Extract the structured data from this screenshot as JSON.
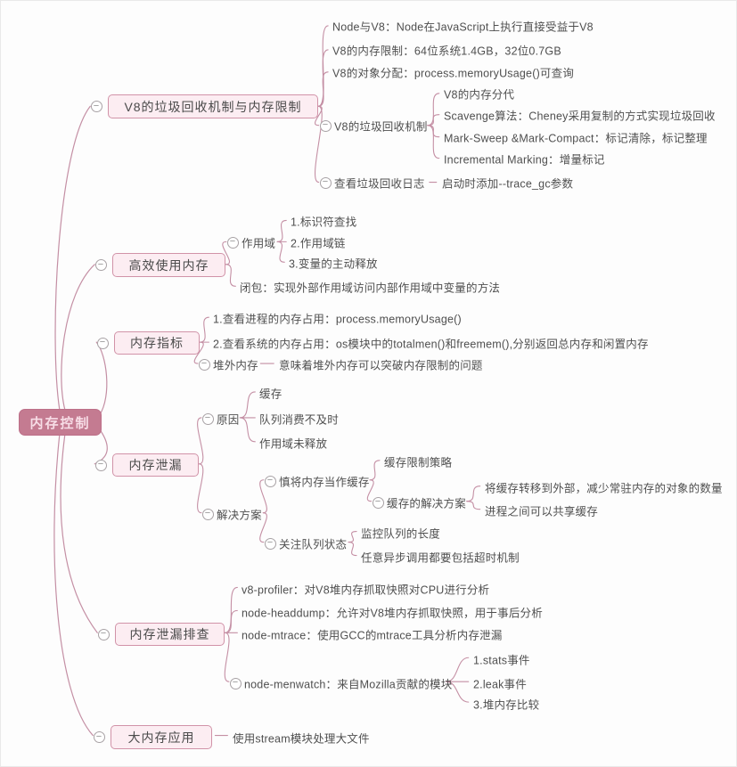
{
  "colors": {
    "edge": "#c48fa4",
    "root_fill": "#c47b91",
    "root_text": "#f7dde6",
    "branch_fill": "#fcedf2",
    "branch_border": "#d193a8",
    "text": "#4f4f4f",
    "collapse_icon_border": "#a8a2a5",
    "collapse_icon_glyph": "#8d8d8d"
  },
  "icons": {
    "collapse": "minus-circle-icon"
  },
  "mindmap": {
    "root_label": "内存控制",
    "nodes": [
      {
        "id": "root",
        "parent": null,
        "kind": "root",
        "collapse": false,
        "label": "内存控制"
      },
      {
        "id": "v8-gc-limit",
        "parent": "root",
        "kind": "branch",
        "collapse": true,
        "label": "V8的垃圾回收机制与内存限制"
      },
      {
        "id": "node-v8",
        "parent": "v8-gc-limit",
        "kind": "text",
        "collapse": false,
        "label": "Node与V8：Node在JavaScript上执行直接受益于V8"
      },
      {
        "id": "v8-memory-limit",
        "parent": "v8-gc-limit",
        "kind": "text",
        "collapse": false,
        "label": "V8的内存限制：64位系统1.4GB，32位0.7GB"
      },
      {
        "id": "v8-object-alloc",
        "parent": "v8-gc-limit",
        "kind": "text",
        "collapse": false,
        "label": "V8的对象分配：process.memoryUsage()可查询"
      },
      {
        "id": "v8-gc-mechanism",
        "parent": "v8-gc-limit",
        "kind": "text",
        "collapse": true,
        "label": "V8的垃圾回收机制"
      },
      {
        "id": "v8-memory-generation",
        "parent": "v8-gc-mechanism",
        "kind": "text",
        "collapse": false,
        "label": "V8的内存分代"
      },
      {
        "id": "scavenge",
        "parent": "v8-gc-mechanism",
        "kind": "text",
        "collapse": false,
        "label": "Scavenge算法：Cheney采用复制的方式实现垃圾回收"
      },
      {
        "id": "mark-sweep",
        "parent": "v8-gc-mechanism",
        "kind": "text",
        "collapse": false,
        "label": "Mark-Sweep &Mark-Compact：标记清除，标记整理"
      },
      {
        "id": "incremental-marking",
        "parent": "v8-gc-mechanism",
        "kind": "text",
        "collapse": false,
        "label": "Incremental Marking：增量标记"
      },
      {
        "id": "view-gc-log",
        "parent": "v8-gc-limit",
        "kind": "text",
        "collapse": true,
        "label": "查看垃圾回收日志"
      },
      {
        "id": "trace-gc-param",
        "parent": "view-gc-log",
        "kind": "text",
        "collapse": false,
        "link": "dash",
        "label": "启动时添加--trace_gc参数"
      },
      {
        "id": "efficient-memory",
        "parent": "root",
        "kind": "branch",
        "collapse": true,
        "label": "高效使用内存"
      },
      {
        "id": "scope",
        "parent": "efficient-memory",
        "kind": "text",
        "collapse": true,
        "label": "作用域"
      },
      {
        "id": "identifier-lookup",
        "parent": "scope",
        "kind": "text",
        "collapse": false,
        "label": "1.标识符查找"
      },
      {
        "id": "scope-chain",
        "parent": "scope",
        "kind": "text",
        "collapse": false,
        "label": "2.作用域链"
      },
      {
        "id": "variable-release",
        "parent": "scope",
        "kind": "text",
        "collapse": false,
        "label": "3.变量的主动释放"
      },
      {
        "id": "closure",
        "parent": "efficient-memory",
        "kind": "text",
        "collapse": false,
        "label": "闭包：实现外部作用域访问内部作用域中变量的方法"
      },
      {
        "id": "memory-metrics",
        "parent": "root",
        "kind": "branch",
        "collapse": true,
        "label": "内存指标"
      },
      {
        "id": "process-memory",
        "parent": "memory-metrics",
        "kind": "text",
        "collapse": false,
        "label": "1.查看进程的内存占用：process.memoryUsage()"
      },
      {
        "id": "system-memory",
        "parent": "memory-metrics",
        "kind": "text",
        "collapse": false,
        "label": "2.查看系统的内存占用：os模块中的totalmen()和freemem(),分别返回总内存和闲置内存"
      },
      {
        "id": "off-heap-memory",
        "parent": "memory-metrics",
        "kind": "text",
        "collapse": true,
        "label": "堆外内存"
      },
      {
        "id": "off-heap-desc",
        "parent": "off-heap-memory",
        "kind": "text",
        "collapse": false,
        "link": "dash",
        "label": "意味着堆外内存可以突破内存限制的问题"
      },
      {
        "id": "memory-leak",
        "parent": "root",
        "kind": "branch",
        "collapse": true,
        "label": "内存泄漏"
      },
      {
        "id": "leak-causes",
        "parent": "memory-leak",
        "kind": "text",
        "collapse": true,
        "label": "原因"
      },
      {
        "id": "cache",
        "parent": "leak-causes",
        "kind": "text",
        "collapse": false,
        "label": "缓存"
      },
      {
        "id": "queue-consume",
        "parent": "leak-causes",
        "kind": "text",
        "collapse": false,
        "label": "队列消费不及时"
      },
      {
        "id": "scope-not-released",
        "parent": "leak-causes",
        "kind": "text",
        "collapse": false,
        "label": "作用域未释放"
      },
      {
        "id": "leak-solutions",
        "parent": "memory-leak",
        "kind": "text",
        "collapse": true,
        "label": "解决方案"
      },
      {
        "id": "cautious-cache",
        "parent": "leak-solutions",
        "kind": "text",
        "collapse": true,
        "label": "慎将内存当作缓存"
      },
      {
        "id": "cache-limit-strategy",
        "parent": "cautious-cache",
        "kind": "text",
        "collapse": false,
        "label": "缓存限制策略"
      },
      {
        "id": "cache-solution",
        "parent": "cautious-cache",
        "kind": "text",
        "collapse": true,
        "label": "缓存的解决方案"
      },
      {
        "id": "cache-external",
        "parent": "cache-solution",
        "kind": "text",
        "collapse": false,
        "label": "将缓存转移到外部，减少常驻内存的对象的数量"
      },
      {
        "id": "cache-share",
        "parent": "cache-solution",
        "kind": "text",
        "collapse": false,
        "label": "进程之间可以共享缓存"
      },
      {
        "id": "watch-queue",
        "parent": "leak-solutions",
        "kind": "text",
        "collapse": true,
        "label": "关注队列状态"
      },
      {
        "id": "monitor-queue-length",
        "parent": "watch-queue",
        "kind": "text",
        "collapse": false,
        "label": "监控队列的长度"
      },
      {
        "id": "async-timeout",
        "parent": "watch-queue",
        "kind": "text",
        "collapse": false,
        "label": "任意异步调用都要包括超时机制"
      },
      {
        "id": "leak-troubleshoot",
        "parent": "root",
        "kind": "branch",
        "collapse": true,
        "label": "内存泄漏排查"
      },
      {
        "id": "v8-profiler",
        "parent": "leak-troubleshoot",
        "kind": "text",
        "collapse": false,
        "label": "v8-profiler：对V8堆内存抓取快照对CPU进行分析"
      },
      {
        "id": "node-headdump",
        "parent": "leak-troubleshoot",
        "kind": "text",
        "collapse": false,
        "label": "node-headdump：允许对V8堆内存抓取快照，用于事后分析"
      },
      {
        "id": "node-mtrace",
        "parent": "leak-troubleshoot",
        "kind": "text",
        "collapse": false,
        "label": "node-mtrace：使用GCC的mtrace工具分析内存泄漏"
      },
      {
        "id": "node-menwatch",
        "parent": "leak-troubleshoot",
        "kind": "text",
        "collapse": true,
        "label": "node-menwatch：来自Mozilla贡献的模块"
      },
      {
        "id": "stats-event",
        "parent": "node-menwatch",
        "kind": "text",
        "collapse": false,
        "label": "1.stats事件"
      },
      {
        "id": "leak-event",
        "parent": "node-menwatch",
        "kind": "text",
        "collapse": false,
        "label": "2.leak事件"
      },
      {
        "id": "heap-compare",
        "parent": "node-menwatch",
        "kind": "text",
        "collapse": false,
        "label": "3.堆内存比较"
      },
      {
        "id": "big-memory",
        "parent": "root",
        "kind": "branch",
        "collapse": true,
        "label": "大内存应用"
      },
      {
        "id": "use-stream",
        "parent": "big-memory",
        "kind": "text",
        "collapse": false,
        "link": "dash",
        "label": "使用stream模块处理大文件"
      }
    ]
  }
}
